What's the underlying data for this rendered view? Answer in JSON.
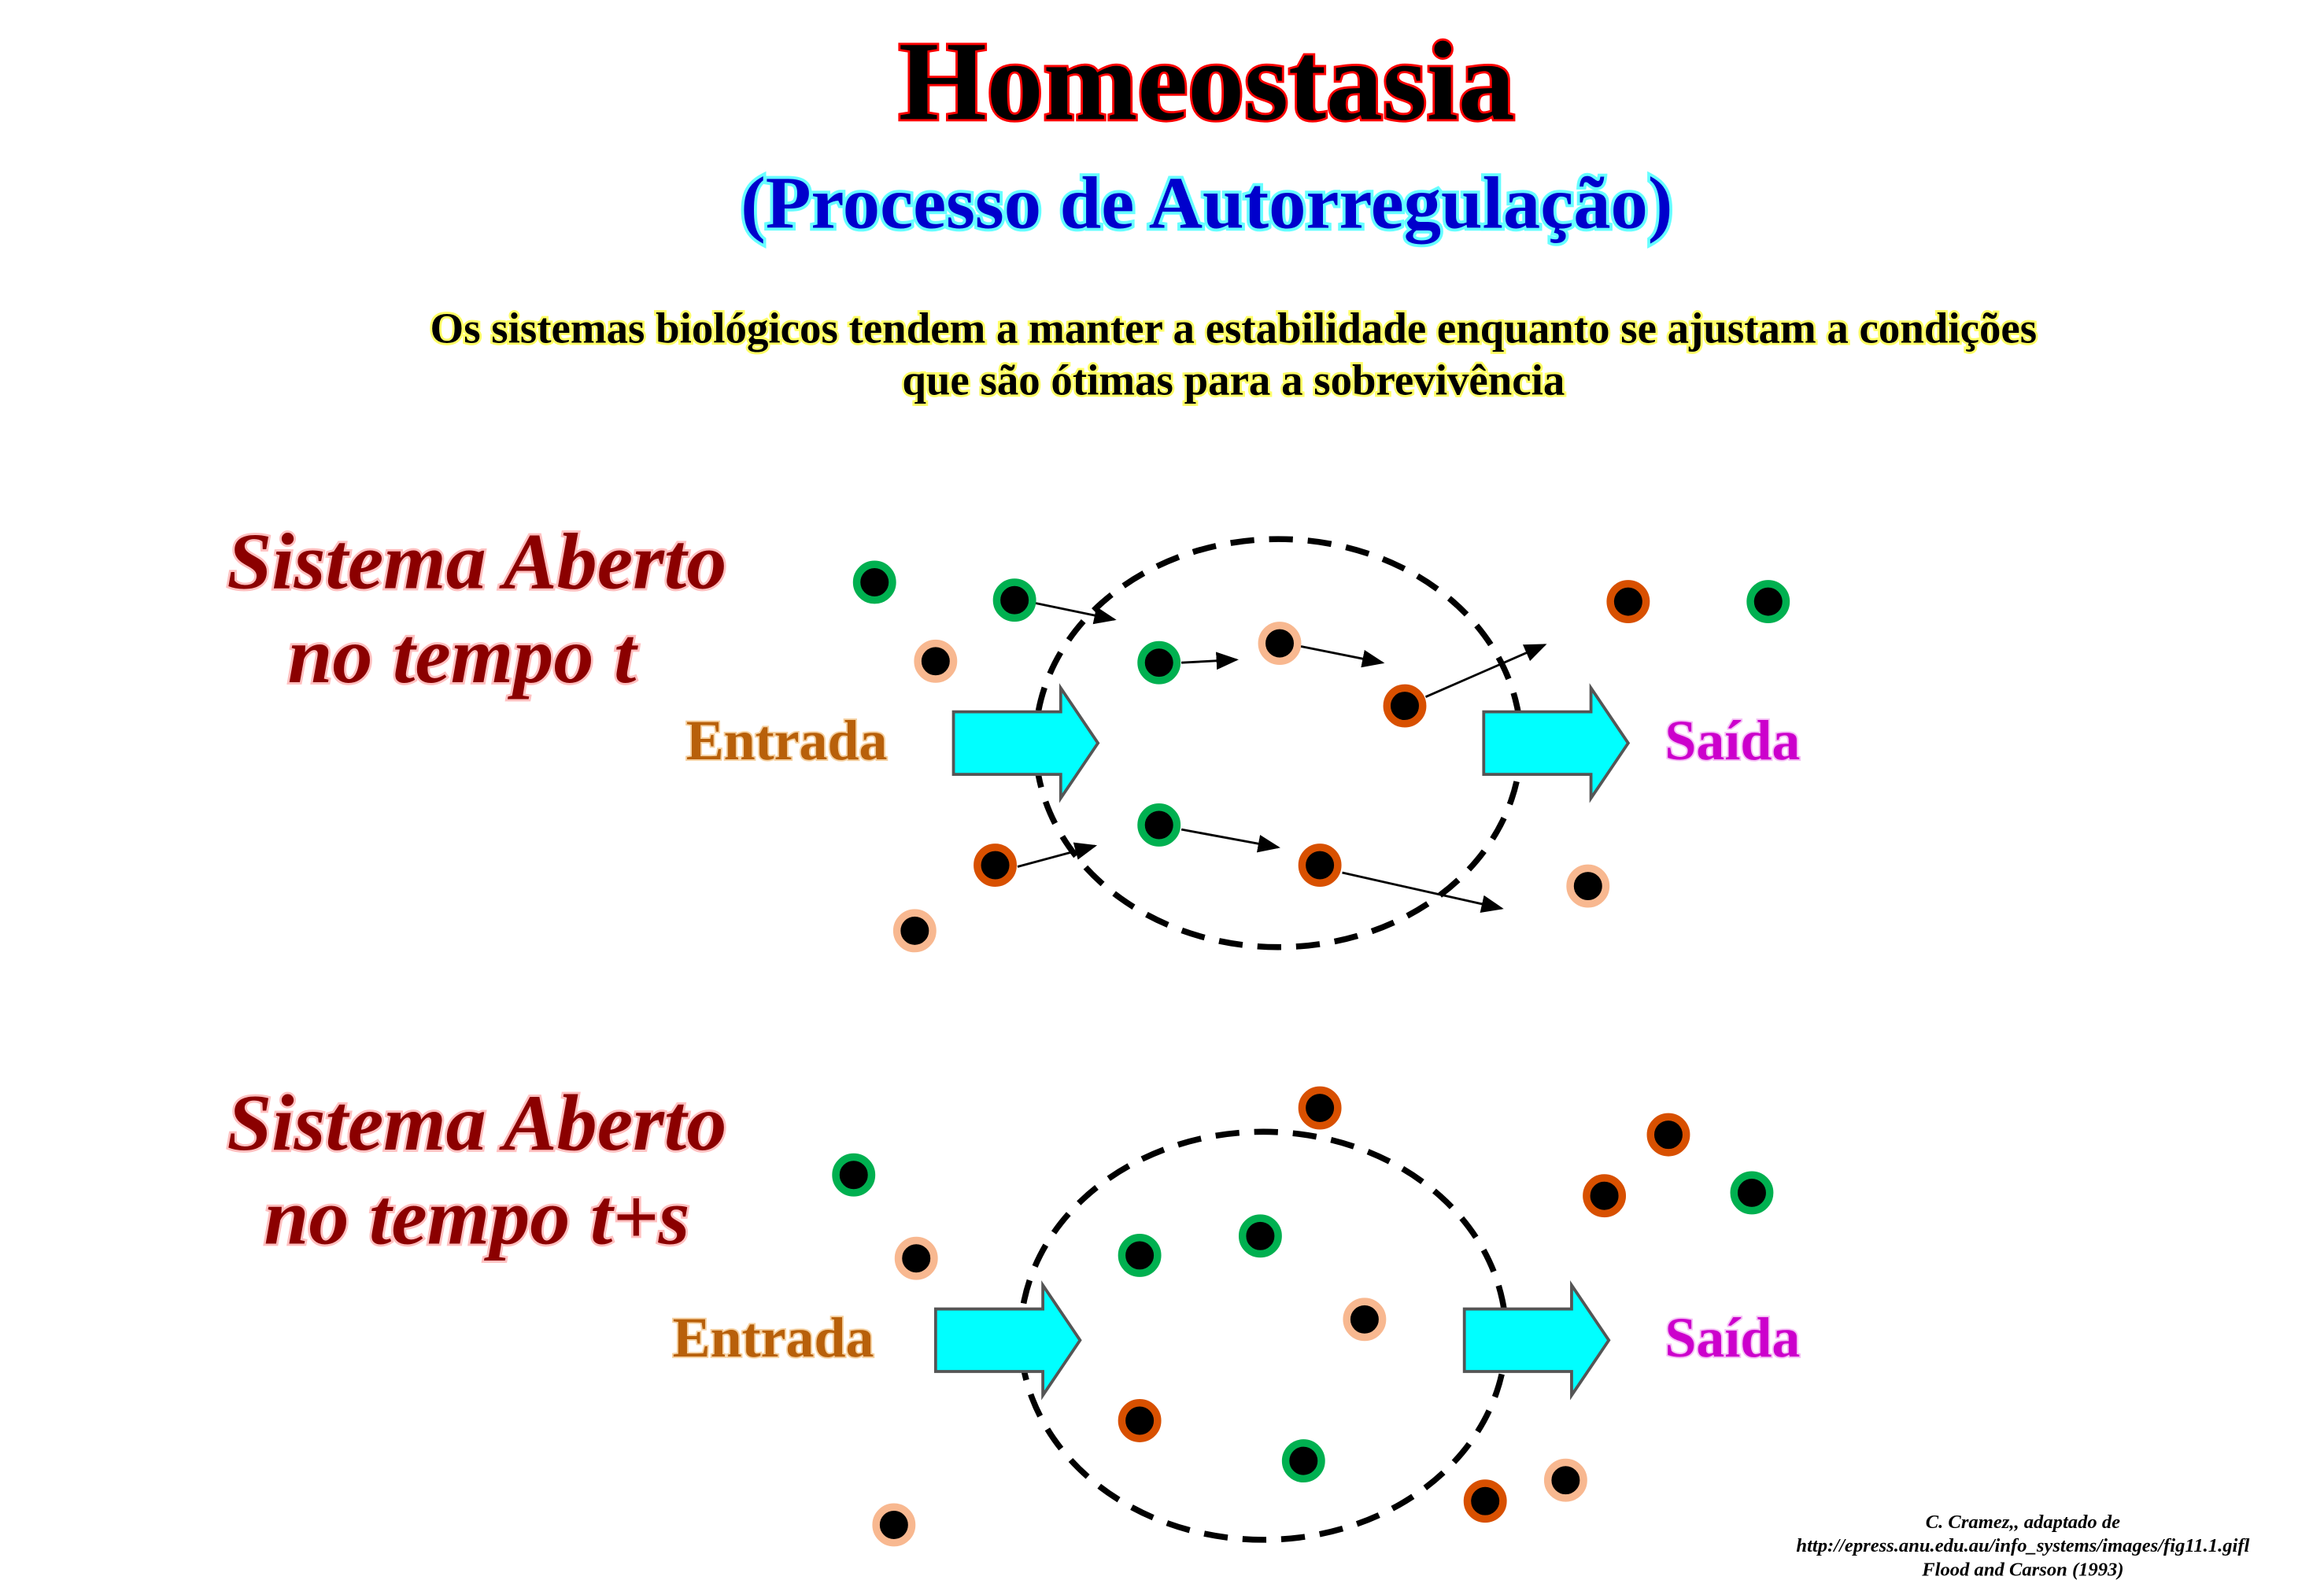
{
  "title": "Homeostasia",
  "subtitle": "(Processo de Autorregulação)",
  "description": [
    "Os sistemas biológicos tendem a manter a estabilidade enquanto se ajustam a condições",
    "que são ótimas para a sobrevivência"
  ],
  "panels": [
    {
      "label_line1": "Sistema Aberto",
      "label_line2": "no  tempo t",
      "input_label": "Entrada",
      "output_label": "Saída"
    },
    {
      "label_line1": "Sistema Aberto",
      "label_line2": "no tempo t+s",
      "input_label": "Entrada",
      "output_label": "Saída"
    }
  ],
  "credit": [
    "C. Cramez,, adaptado de",
    "http://epress.anu.edu.au/info_systems/images/fig11.1.gifl",
    "Flood and Carson (1993)"
  ],
  "colors": {
    "title_fill": "#000000",
    "title_outline": "#ff0000",
    "subtitle_fill": "#0000cc",
    "subtitle_outline": "#66ffff",
    "description_fill": "#000000",
    "description_outline": "#ffff66",
    "panel_label": "#8b0000",
    "panel_label_outline": "#ffc0c0",
    "input_label": "#b8600a",
    "output_label": "#cc00cc",
    "block_arrow": "#00ffff",
    "particle_green": "#00b050",
    "particle_peach": "#f8b890",
    "particle_orange": "#d85000"
  }
}
